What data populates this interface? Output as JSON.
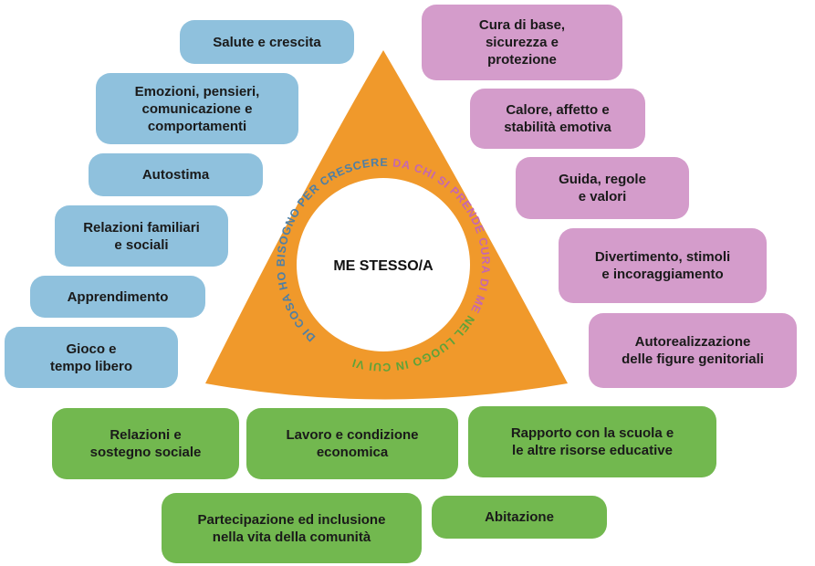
{
  "center_label": "ME STESSO/A",
  "ring_text": {
    "part1": "DI COSA HO BISOGNO PER CRESCERE ",
    "part2": "DA CHI SI PRENDE CURA DI ME ",
    "part3": "NEL LUOGO IN CUI VIVO"
  },
  "colors": {
    "orange": "#f0992b",
    "blue": "#8fc1dd",
    "blue_text": "#4d7fa6",
    "pink": "#d49ccb",
    "pink_text": "#c567b0",
    "green": "#72b84f",
    "green_text": "#5da33a"
  },
  "needs": [
    "Salute e crescita",
    "Emozioni, pensieri,\ncomunicazione e\ncomportamenti",
    "Autostima",
    "Relazioni familiari\ne sociali",
    "Apprendimento",
    "Gioco e\ntempo libero"
  ],
  "caregivers": [
    "Cura di base,\nsicurezza e\nprotezione",
    "Calore, affetto e\nstabilità emotiva",
    "Guida, regole\ne valori",
    "Divertimento, stimoli\ne incoraggiamento",
    "Autorealizzazione\ndelle figure genitoriali"
  ],
  "environment": [
    "Relazioni e\nsostegno sociale",
    "Lavoro e condizione\neconomica",
    "Rapporto con la scuola e\nle altre risorse educative",
    "Partecipazione ed inclusione\nnella vita della comunità",
    "Abitazione"
  ]
}
